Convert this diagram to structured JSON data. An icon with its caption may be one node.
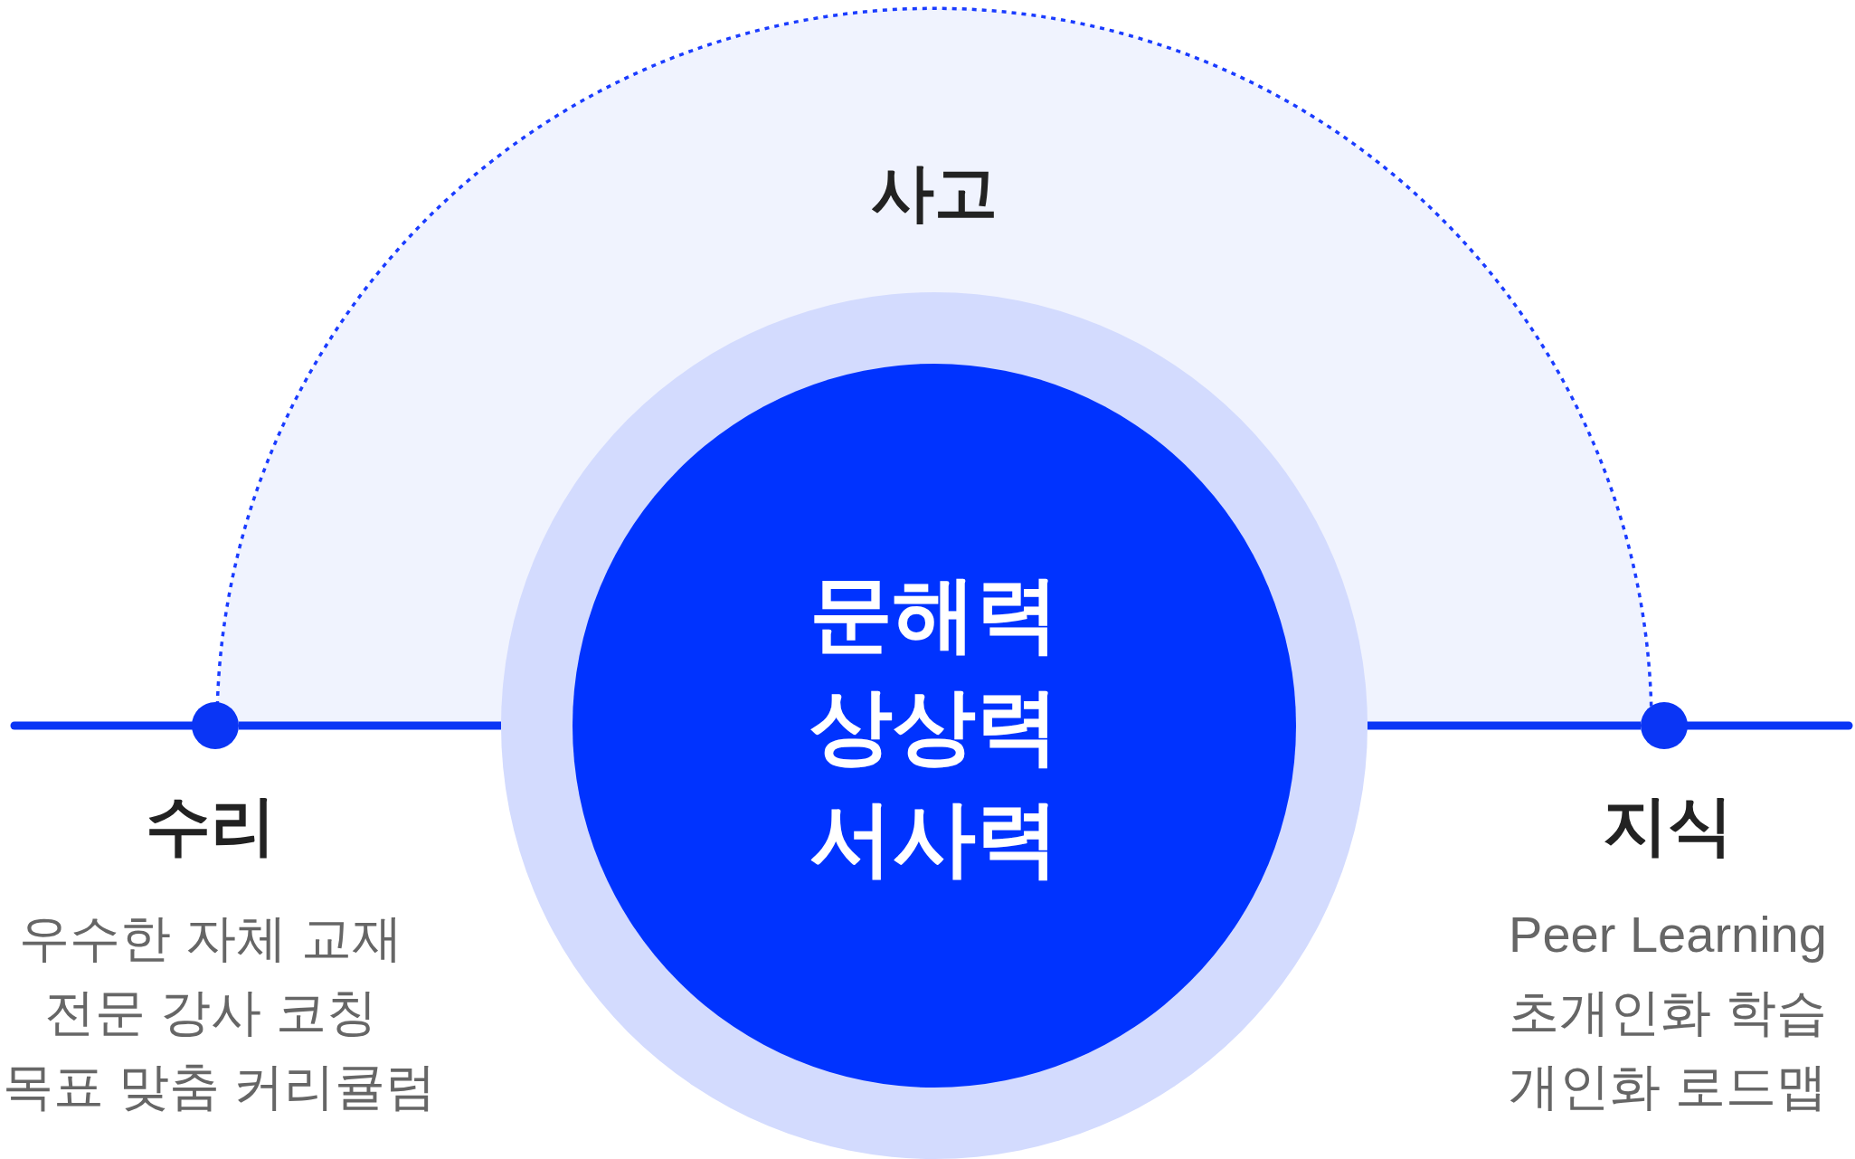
{
  "diagram": {
    "nodes": [
      {
        "text": [
          "사고"
        ]
      },
      {
        "text": [],
        "shape": "circle"
      },
      {
        "text": [
          "문해력 상상력 서사력"
        ],
        "in": 1
      },
      {
        "text": [],
        "shape": "circle",
        "beside": [
          "수리",
          "우수한 자체 교재",
          "전문 강사 코칭",
          "목표 맞춤 커리큘럼"
        ]
      },
      {
        "text": [],
        "shape": "circle",
        "beside": [
          "지식",
          "Peer Learning",
          "초개인화 학습",
          "개인화 로드맵"
        ]
      }
    ],
    "edges": [
      {
        "from": null,
        "to": 3,
        "arrow": "none"
      },
      {
        "from": 3,
        "to": 1,
        "arrow": "none"
      },
      {
        "from": 1,
        "to": 4,
        "arrow": "none"
      },
      {
        "from": 4,
        "to": null,
        "arrow": "none"
      }
    ]
  }
}
